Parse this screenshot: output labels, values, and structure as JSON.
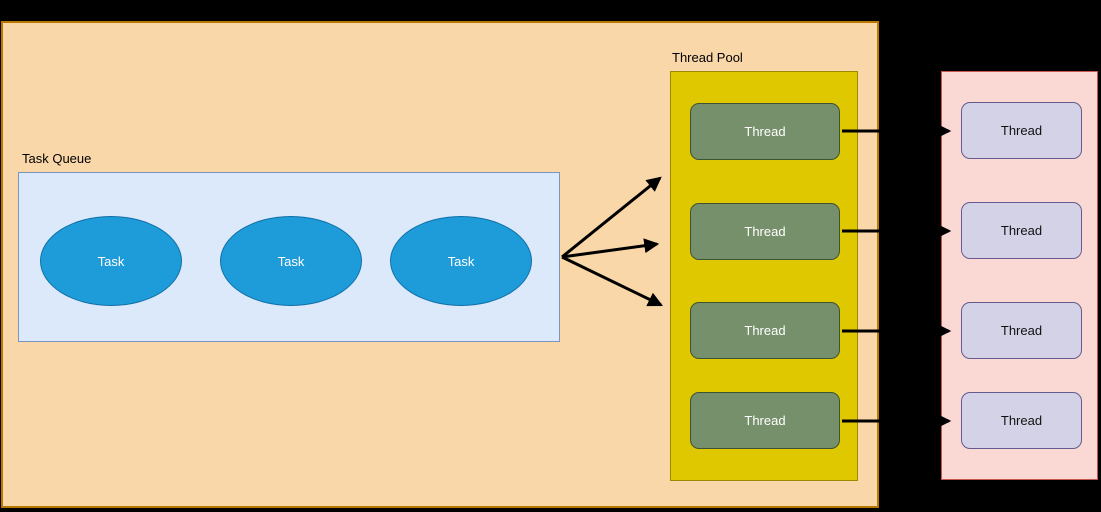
{
  "canvas": {
    "background": "#000000"
  },
  "system_box": {
    "fill": "#FAD7A8",
    "stroke": "#B87700"
  },
  "task_queue": {
    "label": "Task Queue",
    "fill": "#DCE9FB",
    "stroke": "#7A96BE",
    "task_fill": "#1E9BD9",
    "task_stroke": "#1070A8",
    "tasks": [
      {
        "label": "Task"
      },
      {
        "label": "Task"
      },
      {
        "label": "Task"
      }
    ]
  },
  "thread_pool": {
    "label": "Thread Pool",
    "fill": "#E0C800",
    "stroke": "#9C8A00",
    "thread_fill": "#76906C",
    "thread_stroke": "#3E5431",
    "threads": [
      {
        "label": "Thread"
      },
      {
        "label": "Thread"
      },
      {
        "label": "Thread"
      },
      {
        "label": "Thread"
      }
    ]
  },
  "worker_panel": {
    "fill": "#FAD8D4",
    "stroke": "#C4574E",
    "thread_fill": "#D3D2E7",
    "thread_stroke": "#655B8F",
    "threads": [
      {
        "label": "Thread"
      },
      {
        "label": "Thread"
      },
      {
        "label": "Thread"
      },
      {
        "label": "Thread"
      }
    ]
  },
  "arrows": {
    "color": "#000000"
  }
}
